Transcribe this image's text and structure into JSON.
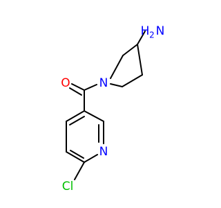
{
  "molecule": {
    "atoms": {
      "amine": {
        "label": "NH2",
        "color": "#0000ff"
      },
      "pyrrolidine_n": {
        "label": "N",
        "color": "#0000ff"
      },
      "carbonyl_o": {
        "label": "O",
        "color": "#ff0000"
      },
      "pyridine_n": {
        "label": "N",
        "color": "#0000ff"
      },
      "chlorine": {
        "label": "Cl",
        "color": "#00c000"
      }
    },
    "bond_color": "#000000"
  }
}
